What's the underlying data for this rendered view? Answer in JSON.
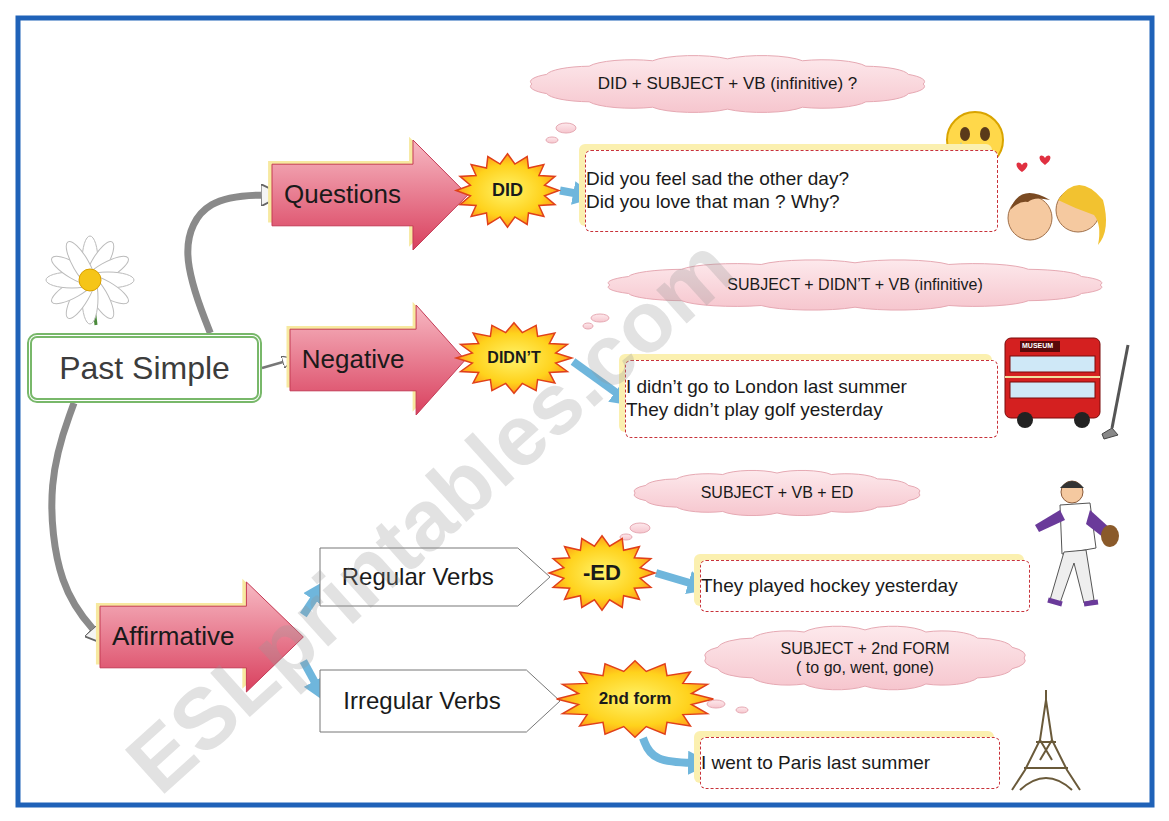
{
  "diagram": {
    "nodes": [
      {
        "text": [
          "Past Simple"
        ]
      },
      {
        "text": [
          "Questions"
        ]
      },
      {
        "text": [
          "DID"
        ]
      },
      {
        "text": [
          "DID + SUBJECT + VB (infinitive) ?"
        ]
      },
      {
        "text": [
          "Did you feel sad the other day?",
          "Did you love that man ? Why?"
        ]
      },
      {
        "text": [
          "Negative"
        ]
      },
      {
        "text": [
          "DIDN’T"
        ]
      },
      {
        "text": [
          "SUBJECT + DIDN’T + VB (infinitive)"
        ]
      },
      {
        "text": [
          "I didn’t go to London last summer",
          "They didn’t play golf yesterday"
        ]
      },
      {
        "text": [
          "Affirmative"
        ]
      },
      {
        "text": [
          "Regular Verbs"
        ]
      },
      {
        "text": [
          "-ED"
        ]
      },
      {
        "text": [
          "SUBJECT + VB + ED"
        ]
      },
      {
        "text": [
          "They played hockey yesterday"
        ]
      },
      {
        "text": [
          "Irregular Verbs"
        ]
      },
      {
        "text": [
          "2nd form"
        ]
      },
      {
        "text": [
          "SUBJECT + 2nd FORM",
          "( to go, went, gone)"
        ]
      },
      {
        "text": [
          "I went to Paris last summer"
        ]
      }
    ],
    "edges": [
      {
        "from": 0,
        "to": 1,
        "arrow": "to"
      },
      {
        "from": 0,
        "to": 5,
        "arrow": "to"
      },
      {
        "from": 0,
        "to": 9,
        "arrow": "to"
      },
      {
        "from": 2,
        "to": 4,
        "arrow": "to"
      },
      {
        "from": 6,
        "to": 8,
        "arrow": "to"
      },
      {
        "from": 9,
        "to": 10,
        "arrow": "to"
      },
      {
        "from": 9,
        "to": 14,
        "arrow": "to"
      },
      {
        "from": 11,
        "to": 13,
        "arrow": "to"
      },
      {
        "from": 15,
        "to": 17,
        "arrow": "to"
      }
    ],
    "labels": [
      "ESLprintables.com",
      "MUSEUM"
    ]
  }
}
